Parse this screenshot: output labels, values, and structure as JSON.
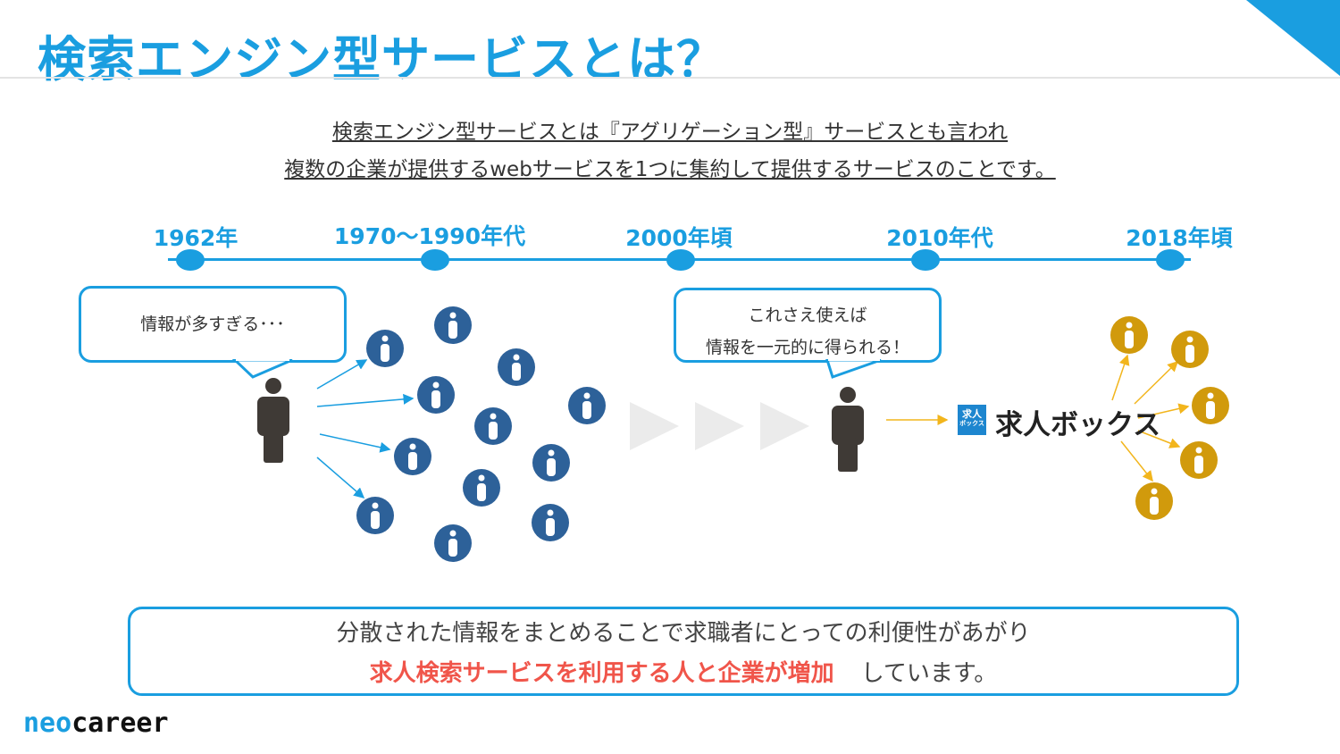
{
  "title": "検索エンジン型サービスとは？",
  "intro": [
    "検索エンジン型サービスとは『アグリゲーション型』サービスとも言われ",
    "複数の企業が提供するwebサービスを1つに集約して提供するサービスのことです。"
  ],
  "timeline": [
    "1962年",
    "1970〜1990年代",
    "2000年頃",
    "2010年代",
    "2018年頃"
  ],
  "bubble_left": "情報が多すぎる･･･",
  "bubble_right": [
    "これさえ使えば",
    "情報を一元的に得られる！"
  ],
  "service_logo": {
    "name": "求人ボックス",
    "badge_top": "求人",
    "badge_bottom": "ボックス"
  },
  "bottom": {
    "line1": "分散された情報をまとめることで求職者にとっての利便性があがり",
    "highlight": "求人検索サービスを利用する人と企業が増加",
    "rest": "しています。"
  },
  "brand": {
    "part1": "neo",
    "part2": "career"
  },
  "colors": {
    "accent": "#1a9ee0",
    "info_blue": "#2d6199",
    "info_gold": "#d19a0c",
    "highlight": "#f0554a",
    "person": "#3f3a36"
  }
}
